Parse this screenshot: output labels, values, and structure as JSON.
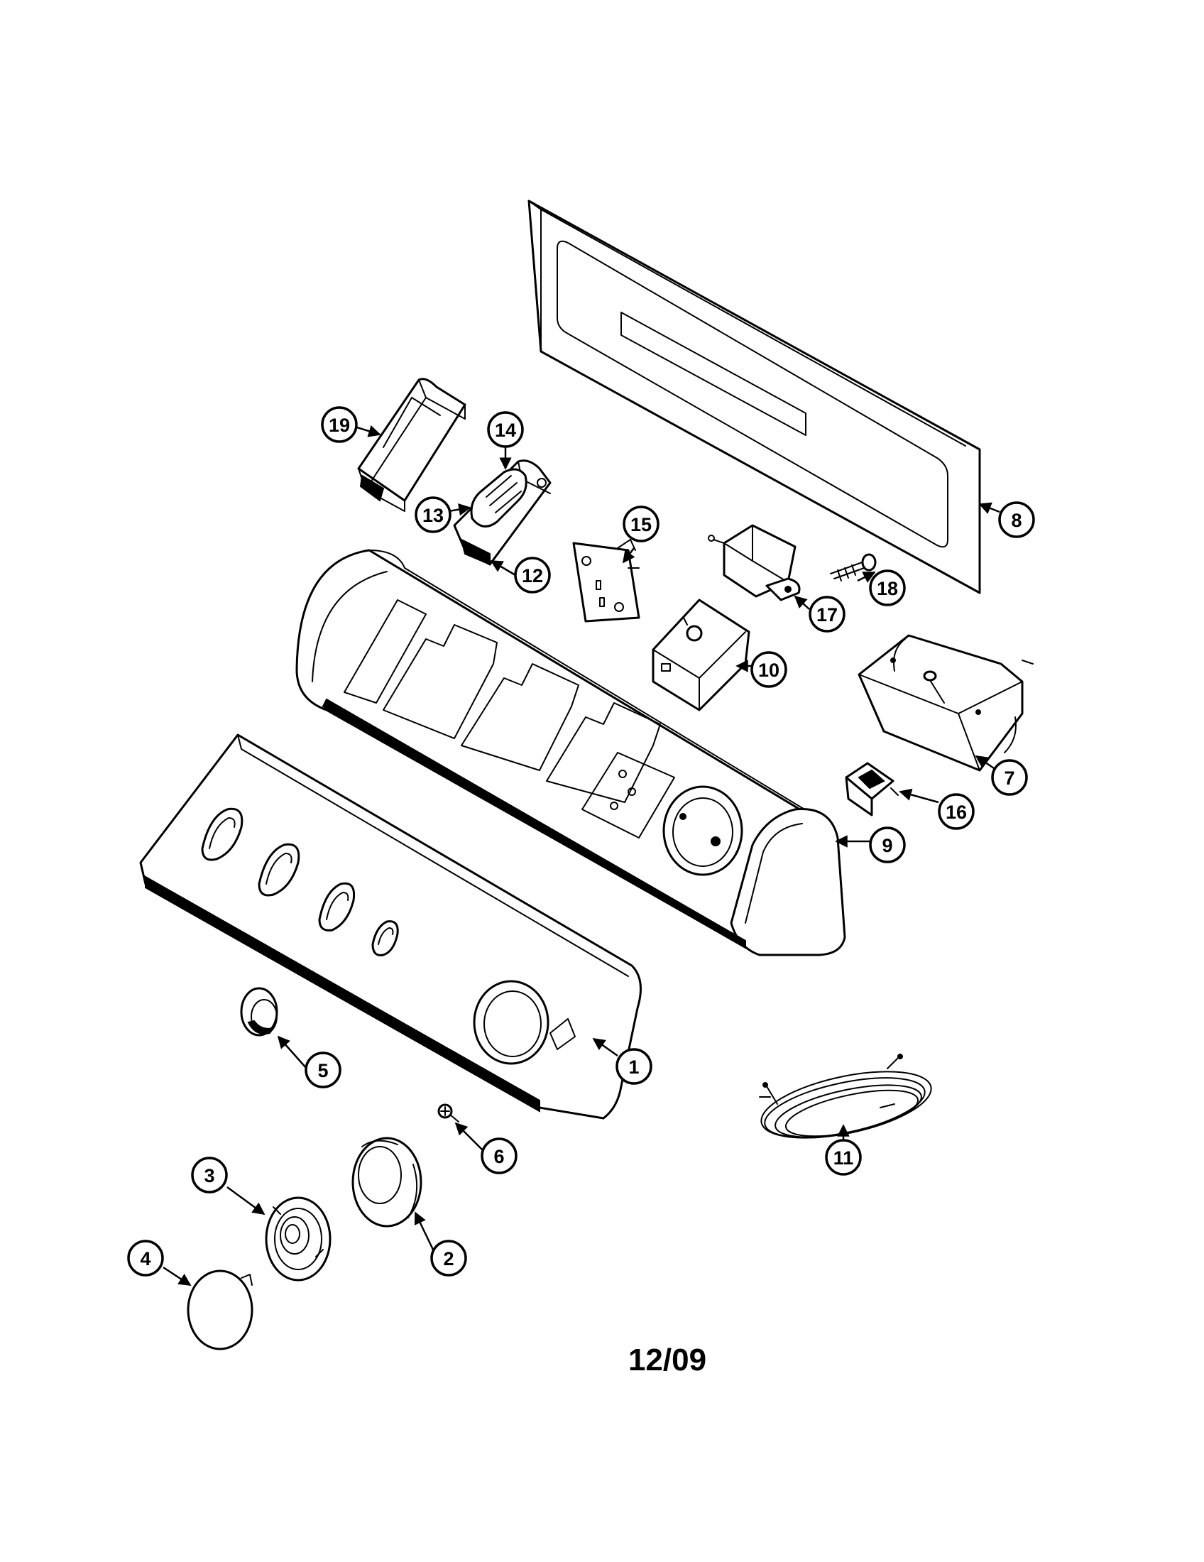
{
  "callouts": [
    {
      "id": "c1",
      "label": "1"
    },
    {
      "id": "c2",
      "label": "2"
    },
    {
      "id": "c3",
      "label": "3"
    },
    {
      "id": "c4",
      "label": "4"
    },
    {
      "id": "c5",
      "label": "5"
    },
    {
      "id": "c6",
      "label": "6"
    },
    {
      "id": "c7",
      "label": "7"
    },
    {
      "id": "c8",
      "label": "8"
    },
    {
      "id": "c9",
      "label": "9"
    },
    {
      "id": "c10",
      "label": "10"
    },
    {
      "id": "c11",
      "label": "11"
    },
    {
      "id": "c12",
      "label": "12"
    },
    {
      "id": "c13",
      "label": "13"
    },
    {
      "id": "c14",
      "label": "14"
    },
    {
      "id": "c15",
      "label": "15"
    },
    {
      "id": "c16",
      "label": "16"
    },
    {
      "id": "c17",
      "label": "17"
    },
    {
      "id": "c18",
      "label": "18"
    },
    {
      "id": "c19",
      "label": "19"
    }
  ],
  "date_code": "12/09"
}
